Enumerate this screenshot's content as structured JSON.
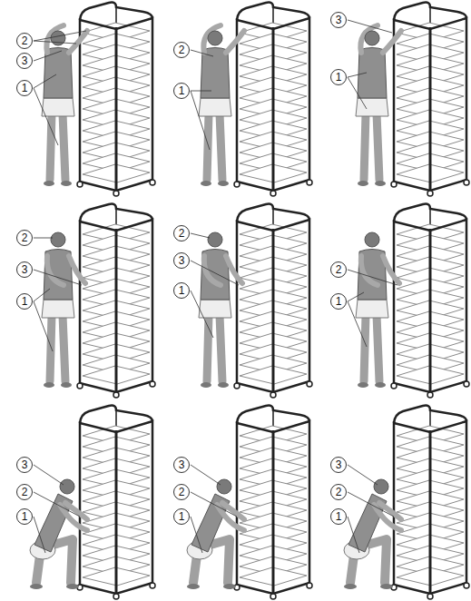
{
  "diagram": {
    "labels": [
      "2",
      "3",
      "1",
      "2",
      "1",
      "3",
      "1",
      "2",
      "3",
      "1",
      "2",
      "3",
      "1",
      "2",
      "1",
      "3",
      "2",
      "1",
      "3",
      "2",
      "1",
      "3",
      "2",
      "1"
    ]
  }
}
